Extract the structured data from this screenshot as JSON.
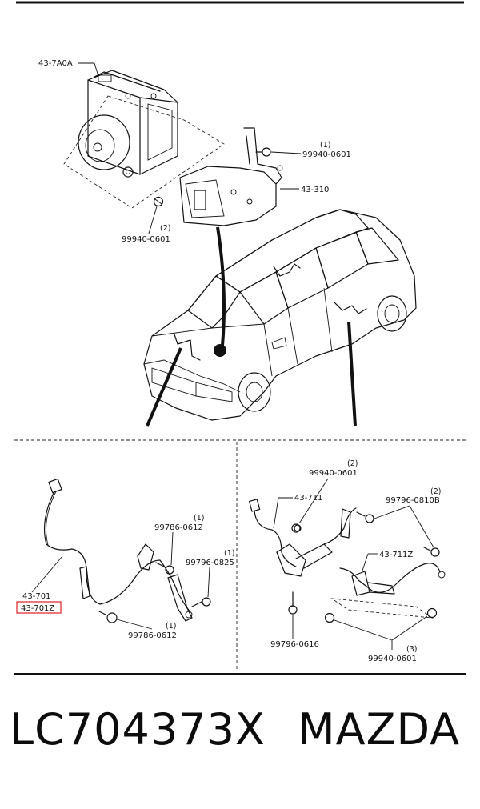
{
  "top_section": {
    "labels": {
      "hydraulic_unit": "43-7A0A",
      "bracket": "43-310",
      "bolt_right": "99940-0601",
      "bolt_right_qty": "(1)",
      "bolt_left": "99940-0601",
      "bolt_left_qty": "(2)"
    }
  },
  "front_section": {
    "labels": {
      "sensor_a": "43-701",
      "sensor_b": "43-701Z",
      "bolt_upper": "99786-0612",
      "bolt_upper_qty": "(1)",
      "bolt_right": "99796-0825",
      "bolt_right_qty": "(1)",
      "bolt_lower": "99786-0612",
      "bolt_lower_qty": "(1)"
    },
    "highlight_color": "#e02020"
  },
  "rear_section": {
    "labels": {
      "bolt_top": "99940-0601",
      "bolt_top_qty": "(2)",
      "sensor_a": "43-711",
      "bolt_right": "99796-0810B",
      "bolt_right_qty": "(2)",
      "sensor_b": "43-711Z",
      "bolt_lower_left": "99796-0616",
      "bolt_lower": "99940-0601",
      "bolt_lower_qty": "(3)"
    }
  },
  "footer": {
    "part_number": "LC704373X",
    "brand": "MAZDA"
  }
}
